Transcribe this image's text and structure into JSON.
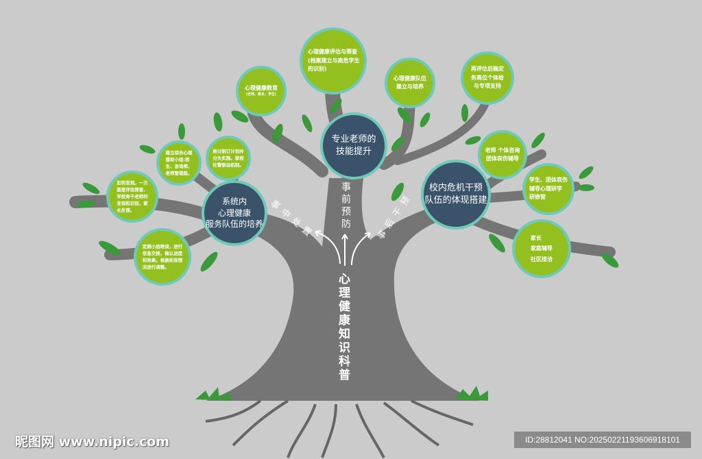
{
  "title": "心理健康知识科普",
  "branch_labels": {
    "left": "事中处置",
    "center": "事前预防",
    "right": "事后干预"
  },
  "main_nodes": {
    "left": "系统内\n心理健康\n服务队伍的培养",
    "center": "专业老师的\n技能提升",
    "right": "校内危机干预\n队伍的体现搭建"
  },
  "leaf_nodes": {
    "assessment": "心理健康评估与筛查\n(档案建立与高危学生\n的识别)",
    "education_title": "心理健康教育",
    "education_sub": "(老师、家长、学生)",
    "team_building": "心理健康队伍\n建立与培养",
    "reassessment": "再评估后确定\n务高位个体给\n与专项支持",
    "discuss": "商讨制订计划并\n分头实施。家校\n社警联动机制。",
    "support_group": "建立综合心理\n援助小组:医\n生、咨询师、\n老师管理层。",
    "discover": "如何发现。一方\n面是评估筛查、\n学校骨干老师的\n发现和识别，家\n长反馈。",
    "meeting": "定期小组晤谈，进行\n信息交换、确认进度\n和效果。根据实际情\n况进行调整。",
    "teacher_counsel": "老师 个体咨询\n团体哀伤辅导",
    "student_group": "学生、团体哀伤\n辅导心理研学\n研修营",
    "parents": "家长\n家庭辅导\n社区接洽"
  },
  "watermark": {
    "site": "昵图网 www.nipic.com",
    "id": "ID:28812041 NO:20250221193606918101"
  },
  "colors": {
    "background": "#cbcbcb",
    "trunk": "#757575",
    "leaf_node": "#93c01f",
    "main_node": "#3b526b",
    "ring": "#6dcab9",
    "leaf": "#3a9a3a"
  }
}
